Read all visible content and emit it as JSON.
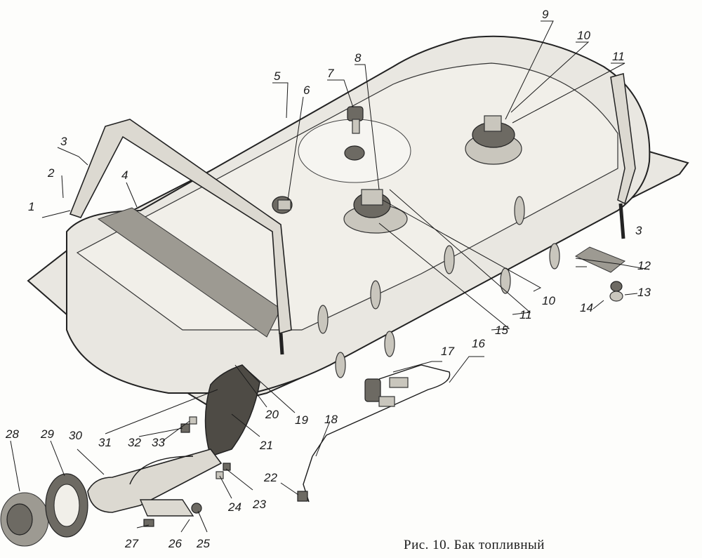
{
  "caption": "Рис. 10. Бак топливный",
  "callouts": [
    "1",
    "2",
    "3",
    "4",
    "5",
    "6",
    "7",
    "8",
    "9",
    "10",
    "11",
    "3",
    "12",
    "13",
    "14",
    "10",
    "11",
    "15",
    "16",
    "17",
    "18",
    "19",
    "20",
    "21",
    "22",
    "23",
    "24",
    "25",
    "26",
    "27",
    "28",
    "29",
    "30",
    "31",
    "32",
    "33"
  ]
}
